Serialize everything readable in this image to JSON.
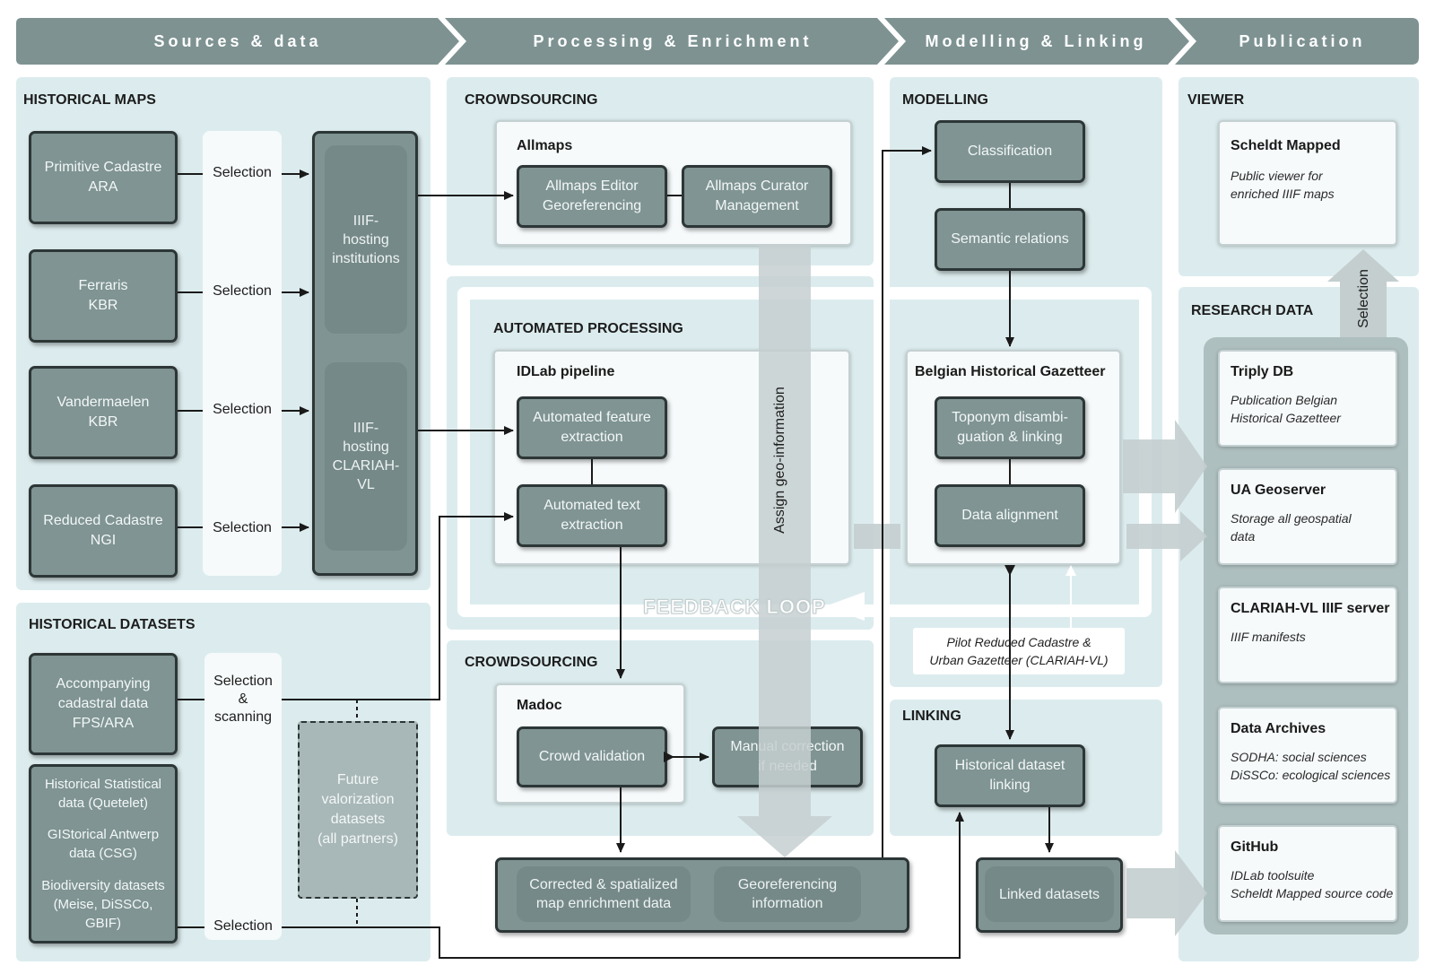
{
  "stages": [
    "Sources & data",
    "Processing & Enrichment",
    "Modelling & Linking",
    "Publication"
  ],
  "sources": {
    "maps_title": "HISTORICAL MAPS",
    "maps": [
      {
        "line1": "Primitive Cadastre",
        "line2": "ARA"
      },
      {
        "line1": "Ferraris",
        "line2": "KBR"
      },
      {
        "line1": "Vandermaelen",
        "line2": "KBR"
      },
      {
        "line1": "Reduced Cadastre",
        "line2": "NGI"
      }
    ],
    "selection_label": "Selection",
    "iiif_hosting_institutions": [
      "IIIF-",
      "hosting",
      "institutions"
    ],
    "iiif_hosting_clariah": [
      "IIIF-",
      "hosting",
      "CLARIAH-VL"
    ],
    "datasets_title": "HISTORICAL DATASETS",
    "accompanying": [
      "Accompanying",
      "cadastral data",
      "FPS/ARA"
    ],
    "selection_scanning": [
      "Selection",
      "&",
      "scanning"
    ],
    "dataset_list": [
      [
        "Historical Statistical",
        "data (Quetelet)"
      ],
      [
        "GIStorical Antwerp",
        "data (CSG)"
      ],
      [
        "Biodiversity datasets",
        "(Meise, DiSSCo, GBIF)"
      ]
    ],
    "future": [
      "Future",
      "valorization",
      "datasets",
      "(all partners)"
    ]
  },
  "processing": {
    "crowd_title": "CROWDSOURCING",
    "allmaps_title": "Allmaps",
    "allmaps_editor": [
      "Allmaps Editor",
      "Georeferencing"
    ],
    "allmaps_curator": [
      "Allmaps Curator",
      "Management"
    ],
    "assign_geo": "Assign geo-information",
    "auto_title": "AUTOMATED PROCESSING",
    "idlab_title": "IDLab pipeline",
    "feature": [
      "Automated feature",
      "extraction"
    ],
    "text": [
      "Automated text",
      "extraction"
    ],
    "feedback": "FEEDBACK LOOP",
    "crowd2_title": "CROWDSOURCING",
    "madoc_title": "Madoc",
    "crowd_validation": "Crowd validation",
    "manual": [
      "Manual correction",
      "if needed"
    ],
    "corrected": [
      "Corrected & spatialized",
      "map enrichment data"
    ],
    "georef_info": [
      "Georeferencing",
      "information"
    ]
  },
  "modelling": {
    "title": "MODELLING",
    "classification": "Classification",
    "semantic": "Semantic relations",
    "gazetteer_title": "Belgian Historical Gazetteer",
    "toponym": [
      "Toponym disambi-",
      "guation & linking"
    ],
    "alignment": "Data alignment",
    "pilot": [
      "Pilot Reduced Cadastre &",
      "Urban Gazetteer (CLARIAH-VL)"
    ],
    "linking_title": "LINKING",
    "hist_linking": [
      "Historical dataset",
      "linking"
    ],
    "linked": "Linked datasets"
  },
  "publication": {
    "viewer_title": "VIEWER",
    "scheldt_title": "Scheldt Mapped",
    "scheldt_sub": [
      "Public viewer for",
      "enriched IIIF maps"
    ],
    "selection_vertical": "Selection",
    "research_title": "RESEARCH DATA",
    "cards": [
      {
        "title": "Triply DB",
        "sub": [
          "Publication Belgian",
          "Historical Gazetteer"
        ]
      },
      {
        "title": "UA Geoserver",
        "sub": [
          "Storage all geospatial",
          "data"
        ]
      },
      {
        "title": "CLARIAH-VL IIIF server",
        "sub": [
          "IIIF manifests"
        ]
      },
      {
        "title": "Data Archives",
        "sub": [
          "SODHA: social  sciences",
          "DiSSCo: ecological sciences"
        ]
      },
      {
        "title": "GitHub",
        "sub": [
          "IDLab toolsuite",
          "Scheldt Mapped source code"
        ]
      }
    ]
  },
  "colors": {
    "header": "#7e9292",
    "panel": "#dcecee",
    "node": "#7f9493",
    "node_border": "#2d3636",
    "arrow": "#1a1a1a"
  }
}
